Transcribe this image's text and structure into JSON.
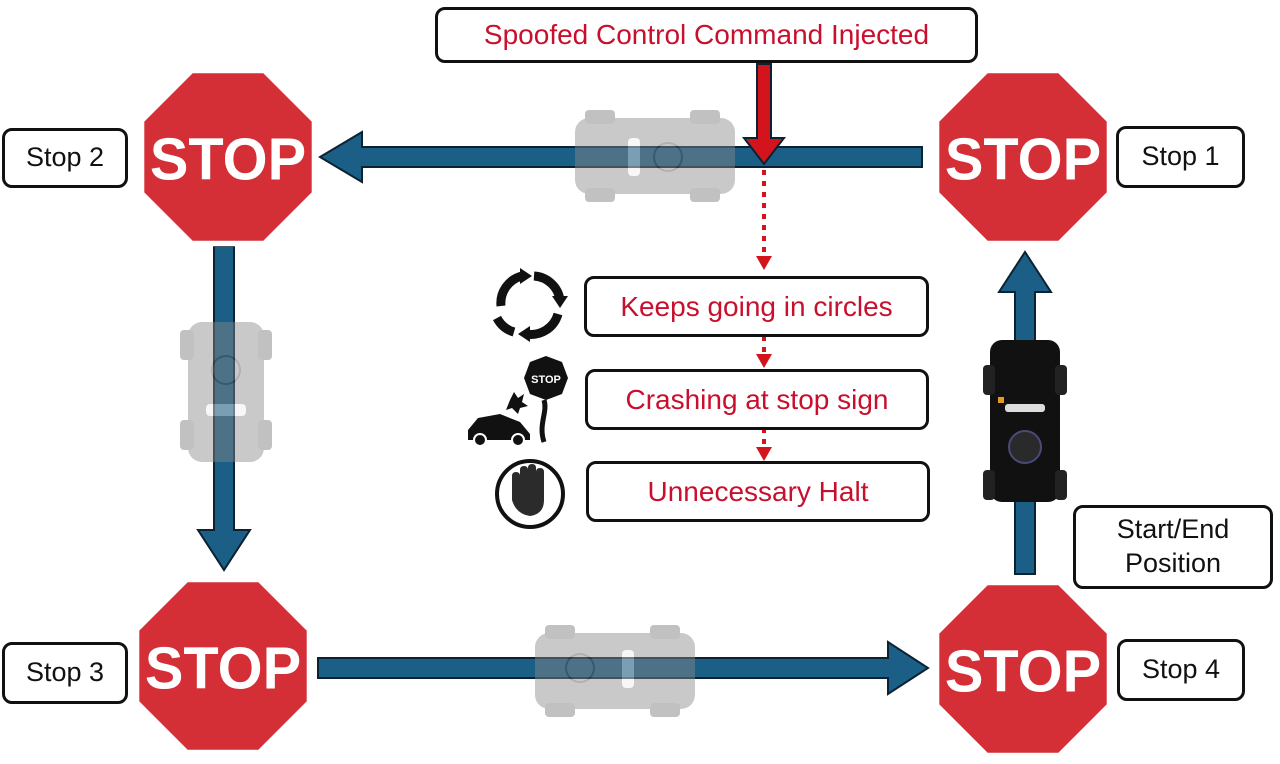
{
  "title": "Spoofed Control Command Injected",
  "stops": [
    {
      "id": "stop-1",
      "label": "Stop 1",
      "sign_text": "STOP"
    },
    {
      "id": "stop-2",
      "label": "Stop 2",
      "sign_text": "STOP"
    },
    {
      "id": "stop-3",
      "label": "Stop 3",
      "sign_text": "STOP"
    },
    {
      "id": "stop-4",
      "label": "Stop 4",
      "sign_text": "STOP"
    }
  ],
  "start_end_label_line1": "Start/End",
  "start_end_label_line2": "Position",
  "consequences": [
    {
      "label": "Keeps going in circles",
      "icon": "circular-arrows-icon"
    },
    {
      "label": "Crashing at stop sign",
      "icon": "car-crash-stop-sign-icon"
    },
    {
      "label": "Unnecessary Halt",
      "icon": "hand-halt-icon"
    }
  ],
  "crash_icon_sign_text": "STOP",
  "colors": {
    "path_blue": "#1b5f86",
    "path_outline": "#0b2233",
    "stop_red": "#d42f36",
    "attack_red": "#d3141c",
    "text_red": "#c8102e"
  }
}
